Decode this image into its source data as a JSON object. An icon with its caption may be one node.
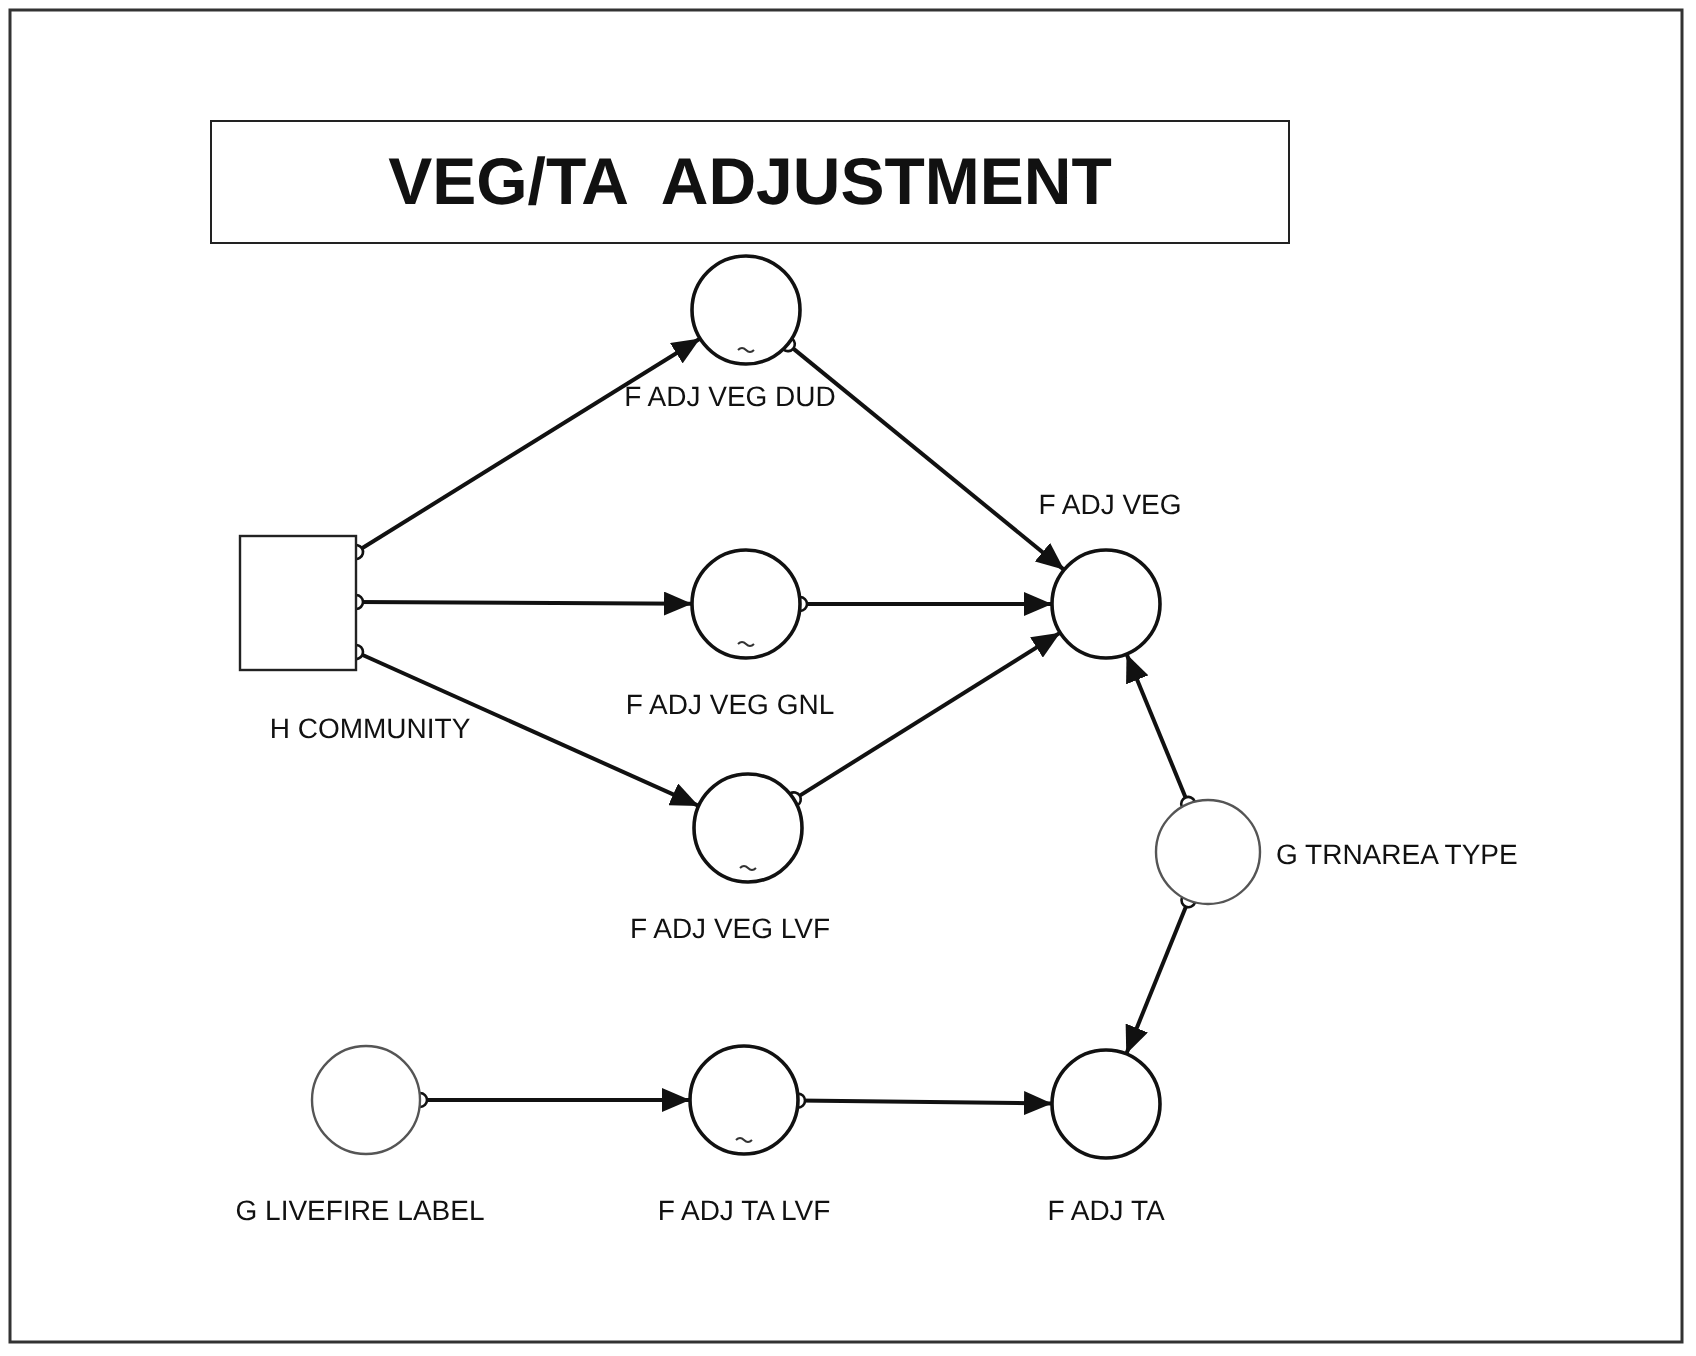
{
  "diagram": {
    "title": "VEG/TA  ADJUSTMENT",
    "nodes": [
      {
        "text": [
          "H COMMUNITY"
        ]
      },
      {
        "text": [
          "F ADJ VEG DUD"
        ]
      },
      {
        "text": [
          "F ADJ VEG GNL"
        ]
      },
      {
        "text": [
          "F ADJ VEG LVF"
        ]
      },
      {
        "text": [
          "F ADJ VEG"
        ]
      },
      {
        "text": [
          "G TRNAREA TYPE"
        ]
      },
      {
        "text": [
          "G LIVEFIRE LABEL"
        ]
      },
      {
        "text": [
          "F ADJ TA LVF"
        ]
      },
      {
        "text": [
          "F ADJ TA"
        ]
      }
    ],
    "edges": [
      {
        "from": 0,
        "to": 1,
        "arrow": "to"
      },
      {
        "from": 0,
        "to": 2,
        "arrow": "to"
      },
      {
        "from": 0,
        "to": 3,
        "arrow": "to"
      },
      {
        "from": 1,
        "to": 4,
        "arrow": "to"
      },
      {
        "from": 2,
        "to": 4,
        "arrow": "to"
      },
      {
        "from": 3,
        "to": 4,
        "arrow": "to"
      },
      {
        "from": 5,
        "to": 4,
        "arrow": "to"
      },
      {
        "from": 5,
        "to": 8,
        "arrow": "to"
      },
      {
        "from": 6,
        "to": 7,
        "arrow": "to"
      },
      {
        "from": 7,
        "to": 8,
        "arrow": "to"
      }
    ]
  }
}
